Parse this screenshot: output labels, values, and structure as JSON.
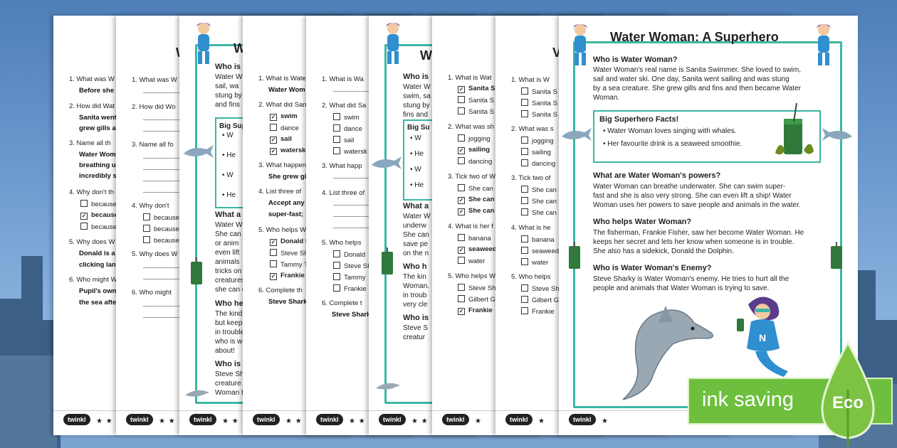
{
  "eco_badge": {
    "label": "ink saving",
    "eco": "Eco"
  },
  "brand": {
    "logo": "twinkl"
  },
  "colors": {
    "accent": "#3bb7a4",
    "eco_green": "#6fbf3f"
  },
  "front_sheet": {
    "title": "Water Woman: A Superhero",
    "stars": "★",
    "sections": [
      {
        "heading": "Who is Water Woman?",
        "lines": [
          "Water Woman's real name is Sanita Swimmer. She loved to swim,",
          "sail and water ski. One day, Sanita went sailing and was stung",
          "by a sea creature. She grew gills and fins and then became Water",
          "Woman."
        ]
      },
      {
        "heading": "What are Water Woman's powers?",
        "lines": [
          "Water Woman can breathe underwater. She can swim super-",
          "fast and she is also very strong. She can even lift a ship! Water",
          "Woman uses her powers to save people and animals in the water."
        ]
      },
      {
        "heading": "Who helps Water Woman?",
        "lines": [
          "The fisherman, Frankie Fisher, saw her become Water Woman. He",
          "keeps her secret and lets her know when someone is in trouble.",
          "She also has a sidekick, Donald the Dolphin."
        ]
      },
      {
        "heading": "Who is Water Woman's Enemy?",
        "lines": [
          "Steve Sharky is Water Woman's enemy. He tries to hurt all the",
          "people and animals that Water Woman is trying to save."
        ]
      }
    ],
    "facts": {
      "heading": "Big Superhero Facts!",
      "items": [
        "• Water Woman loves singing with whales.",
        "• Her favourite drink is a seaweed smoothie."
      ]
    }
  },
  "sheet1": {
    "stars": "★ ★ ★",
    "items": [
      {
        "q": "1.   What was W",
        "a": "Before she"
      },
      {
        "q": "2.   How did Wat",
        "a": "Sanita went",
        "a2": "grew gills a"
      },
      {
        "q": "3.   Name all th",
        "a": "Water Wom",
        "a2": "breathing u",
        "a3": "incredibly s"
      },
      {
        "q": "4.   Why don't th",
        "opts": [
          "because",
          "because",
          "because"
        ],
        "checked": 1
      },
      {
        "q": "5.   Why does W",
        "a": "Donald is a",
        "a2": "clicking lan"
      },
      {
        "q": "6.   Who might W",
        "a": "Pupil's own",
        "a2": "the sea afte"
      }
    ]
  },
  "sheet2": {
    "stars": "★ ★ ★",
    "title": "W",
    "items": [
      "1.   What was W",
      "2.   How did Wo",
      "3.   Name all fo",
      "4.   Why don't",
      "5.   Why does W",
      "6.   Who might"
    ],
    "opts": [
      "because",
      "because",
      "because"
    ]
  },
  "sheet3": {
    "stars": "★ ★ ★",
    "title": "W",
    "heading1": "Who is",
    "lines1": [
      "Water W",
      "sail, wa",
      "stung by",
      "and fins"
    ],
    "facts_h": "Big Supe",
    "facts": [
      "• W",
      "• He",
      "• W",
      "• He"
    ],
    "heading2": "What a",
    "lines2": [
      "Water W",
      "She can",
      "or anim",
      "even lift",
      "animals",
      "tricks on",
      "creatures",
      "she can e"
    ],
    "heading3": "Who he",
    "lines3": [
      "The kind",
      "but keeps",
      "in trouble",
      "who is w",
      "about!"
    ],
    "heading4": "Who is",
    "lines4": [
      "Steve Sh",
      "creature",
      "Woman t"
    ]
  },
  "sheet4": {
    "stars": "★ ★",
    "items": [
      {
        "q": "1.   What is Wate",
        "a": "Water Wom"
      },
      {
        "q": "2.   What did San",
        "opts": [
          "swim",
          "dance",
          "sail",
          "watersk"
        ],
        "checked": [
          0,
          2,
          3
        ]
      },
      {
        "q": "3.   What happen",
        "a": "She grew gi"
      },
      {
        "q": "4.   List three of",
        "a": "Accept any",
        "a2": "super-fast;"
      },
      {
        "q": "5.   Who helps W",
        "opts": [
          "Donald t",
          "Steve Sh",
          "Tammy T",
          "Frankie"
        ],
        "checked": [
          0,
          3
        ]
      },
      {
        "q": "6.   Complete th",
        "a": "Steve Shark"
      }
    ]
  },
  "sheet5": {
    "stars": "★ ★",
    "items": [
      {
        "q": "1.   What is Wa"
      },
      {
        "q": "2.   What did Sa",
        "opts": [
          "swim",
          "dance",
          "sail",
          "watersk"
        ]
      },
      {
        "q": "3.   What happ"
      },
      {
        "q": "4.   List three of"
      },
      {
        "q": "5.   Who helps",
        "opts": [
          "Donald",
          "Steve Sh",
          "Tammy",
          "Frankie"
        ]
      },
      {
        "q": "6.   Complete t",
        "a": "Steve Shark"
      }
    ]
  },
  "sheet6": {
    "stars": "★ ★",
    "title": "W",
    "heading1": "Who is",
    "lines1": [
      "Water W",
      "swim, sa",
      "stung by",
      "fins and"
    ],
    "facts_h": "Big Su",
    "facts": [
      "• W",
      "• He",
      "• W",
      "• He"
    ],
    "heading2": "What a",
    "lines2": [
      "Water W",
      "underw",
      "She can",
      "save pe",
      "on the n"
    ],
    "heading3": "Who h",
    "lines3": [
      "The kin",
      "Woman.",
      "in troub",
      "very cle"
    ],
    "heading4": "Who is",
    "lines4": [
      "Steve S",
      "creatur"
    ]
  },
  "sheet7": {
    "stars": "★",
    "items": [
      {
        "q": "1.   What is Wat",
        "opts": [
          "Sanita S",
          "Sanita S",
          "Sanita S"
        ],
        "checked": [
          0
        ]
      },
      {
        "q": "2.   What was sh",
        "opts": [
          "jogging",
          "sailing",
          "dancing"
        ],
        "checked": [
          1
        ]
      },
      {
        "q": "3.   Tick two of W",
        "opts": [
          "She can",
          "She can",
          "She can"
        ],
        "checked": [
          1,
          2
        ]
      },
      {
        "q": "4.   What is her f",
        "opts": [
          "banana",
          "seaweed",
          "water"
        ],
        "checked": [
          1
        ]
      },
      {
        "q": "5.   Who helps W",
        "opts": [
          "Steve Sh",
          "Gilbert G",
          "Frankie"
        ],
        "checked": [
          2
        ]
      }
    ]
  },
  "sheet8": {
    "stars": "★",
    "title": "V",
    "items": [
      {
        "q": "1.   What is W",
        "opts": [
          "Sanita S",
          "Sanita S",
          "Sanita S"
        ]
      },
      {
        "q": "2.   What was s",
        "opts": [
          "jogging",
          "sailing",
          "dancing"
        ]
      },
      {
        "q": "3.   Tick two of",
        "opts": [
          "She can",
          "She can",
          "She can"
        ]
      },
      {
        "q": "4.   What is he",
        "opts": [
          "banana",
          "seaweed",
          "water"
        ]
      },
      {
        "q": "5.   Who helps",
        "opts": [
          "Steve Sh",
          "Gilbert G",
          "Frankie"
        ]
      }
    ]
  }
}
